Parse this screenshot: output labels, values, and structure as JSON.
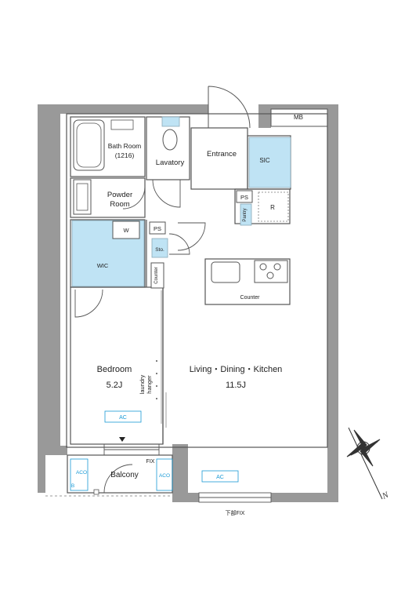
{
  "rooms": {
    "bath_room": "Bath Room",
    "bath_size": "(1216)",
    "lavatory": "Lavatory",
    "entrance": "Entrance",
    "sic": "SIC",
    "mb": "MB",
    "powder_room_line1": "Powder",
    "powder_room_line2": "Room",
    "ps_upper": "PS",
    "ps_lower": "PS",
    "pantry": "Pantry",
    "refrigerator": "R",
    "washer": "W",
    "storage": "Sto.",
    "wic": "WIC",
    "counter_vertical": "Counter",
    "counter_kitchen": "Counter",
    "bedroom": "Bedroom",
    "bedroom_size": "5.2J",
    "laundry_line1": "laundry",
    "laundry_line2": "hanger",
    "ldk": "Living・Dining・Kitchen",
    "ldk_size": "11.5J",
    "balcony": "Balcony",
    "fix": "FIX",
    "lower_fix": "下部FIX"
  },
  "equipment": {
    "ac_bedroom": "AC",
    "ac_ldk": "AC",
    "aco_left": "ACO",
    "aco_right": "ACO",
    "b": "B"
  },
  "colors": {
    "wall": "#999999",
    "line": "#555555",
    "storage_fill": "#bfe3f4",
    "accent_text": "#1a9ad6"
  }
}
